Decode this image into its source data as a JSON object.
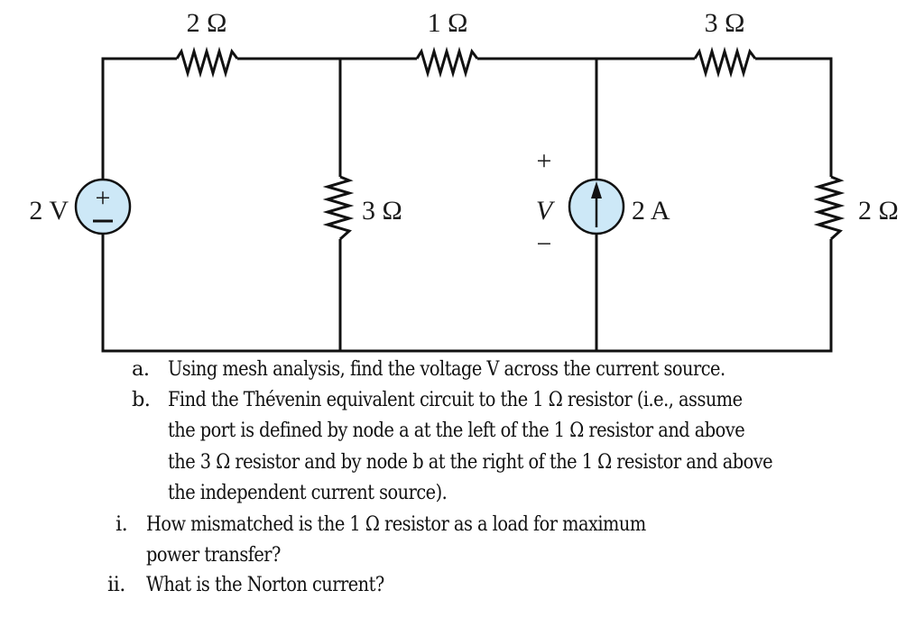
{
  "circuit": {
    "components": [
      {
        "id": "R1",
        "type": "resistor",
        "label": "2 Ω",
        "position": "top-left branch"
      },
      {
        "id": "R2",
        "type": "resistor",
        "label": "1 Ω",
        "position": "top-middle branch"
      },
      {
        "id": "R3",
        "type": "resistor",
        "label": "3 Ω",
        "position": "top-right branch"
      },
      {
        "id": "R4",
        "type": "resistor",
        "label": "3 Ω",
        "position": "vertical left-middle"
      },
      {
        "id": "R5",
        "type": "resistor",
        "label": "2 Ω",
        "position": "vertical right"
      },
      {
        "id": "Vs",
        "type": "voltage-source",
        "label": "2 V",
        "plus": "+",
        "minus": "−"
      },
      {
        "id": "Is",
        "type": "current-source",
        "label": "2 A",
        "direction": "up"
      }
    ],
    "voltage_label": {
      "plus": "+",
      "name": "V",
      "minus": "−"
    },
    "source_fill": "#cde8f7",
    "wire_color": "#111111"
  },
  "questions": [
    {
      "marker": "a.",
      "lines": [
        "Using mesh analysis, find the voltage V across the current source."
      ]
    },
    {
      "marker": "b.",
      "lines": [
        "Find the Thévenin equivalent circuit to the 1 Ω resistor (i.e., assume",
        "the port is defined by node a at the left of the 1 Ω resistor and above",
        "the 3 Ω resistor and by node b at the right of the 1 Ω resistor and above",
        "the independent current source)."
      ]
    },
    {
      "marker": "i.",
      "lines": [
        "How mismatched is the 1 Ω resistor as a load for maximum",
        "power transfer?"
      ]
    },
    {
      "marker": "ii.",
      "lines": [
        "What is the Norton current?"
      ]
    }
  ]
}
